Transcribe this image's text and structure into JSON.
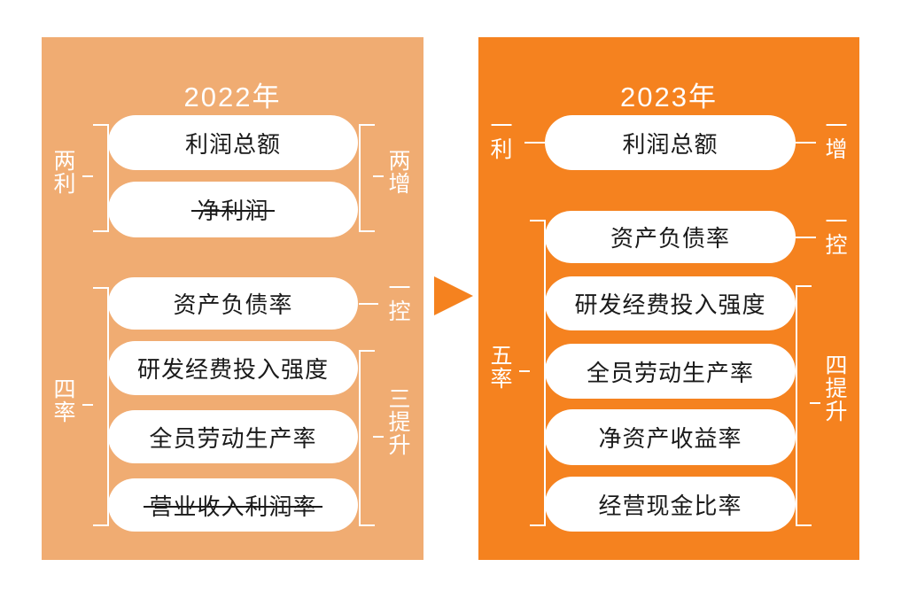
{
  "diagram": {
    "title_left": "2022年",
    "title_right": "2023年",
    "arrow": "right-arrow",
    "colors": {
      "panel_2022_bg": "#F0AC72",
      "panel_2023_bg": "#F5821F",
      "node_bg": "#FFFFFF",
      "node_text": "#1A1A1A",
      "label_text": "#FFFFFF",
      "arrow": "#F5821F"
    }
  },
  "left_panel": {
    "year": "2022年",
    "nodes": [
      {
        "label": "利润总额",
        "struck": false
      },
      {
        "label": "净利润",
        "struck": true
      },
      {
        "label": "资产负债率",
        "struck": false
      },
      {
        "label": "研发经费投入强度",
        "struck": false
      },
      {
        "label": "全员劳动生产率",
        "struck": false
      },
      {
        "label": "营业收入利润率",
        "struck": true
      }
    ],
    "left_labels": [
      {
        "text": "两利",
        "chars": [
          "两",
          "利"
        ],
        "covers": [
          "利润总额",
          "净利润"
        ]
      },
      {
        "text": "四率",
        "chars": [
          "四",
          "率"
        ],
        "covers": [
          "资产负债率",
          "研发经费投入强度",
          "全员劳动生产率",
          "营业收入利润率"
        ]
      }
    ],
    "right_labels": [
      {
        "text": "两增",
        "chars": [
          "两",
          "增"
        ],
        "covers": [
          "利润总额",
          "净利润"
        ]
      },
      {
        "text": "一控",
        "chars": [
          "一",
          "控"
        ],
        "covers": [
          "资产负债率"
        ]
      },
      {
        "text": "三提升",
        "chars": [
          "三",
          "提",
          "升"
        ],
        "covers": [
          "研发经费投入强度",
          "全员劳动生产率",
          "营业收入利润率"
        ]
      }
    ]
  },
  "right_panel": {
    "year": "2023年",
    "nodes": [
      {
        "label": "利润总额",
        "struck": false
      },
      {
        "label": "资产负债率",
        "struck": false
      },
      {
        "label": "研发经费投入强度",
        "struck": false
      },
      {
        "label": "全员劳动生产率",
        "struck": false
      },
      {
        "label": "净资产收益率",
        "struck": false
      },
      {
        "label": "经营现金比率",
        "struck": false
      }
    ],
    "left_labels": [
      {
        "text": "一利",
        "chars": [
          "一",
          "利"
        ],
        "covers": [
          "利润总额"
        ]
      },
      {
        "text": "五率",
        "chars": [
          "五",
          "率"
        ],
        "covers": [
          "资产负债率",
          "研发经费投入强度",
          "全员劳动生产率",
          "净资产收益率",
          "经营现金比率"
        ]
      }
    ],
    "right_labels": [
      {
        "text": "一增",
        "chars": [
          "一",
          "增"
        ],
        "covers": [
          "利润总额"
        ]
      },
      {
        "text": "一控",
        "chars": [
          "一",
          "控"
        ],
        "covers": [
          "资产负债率"
        ]
      },
      {
        "text": "四提升",
        "chars": [
          "四",
          "提",
          "升"
        ],
        "covers": [
          "研发经费投入强度",
          "全员劳动生产率",
          "净资产收益率",
          "经营现金比率"
        ]
      }
    ]
  }
}
